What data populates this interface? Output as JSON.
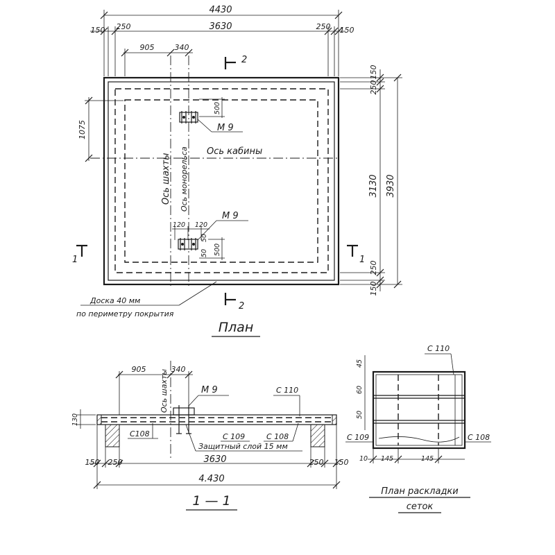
{
  "plan": {
    "dim_total": "4430",
    "dim_edge_left": "150",
    "dim_inner_left": "250",
    "dim_middle": "3630",
    "dim_inner_right": "250",
    "dim_edge_right": "150",
    "dim_offset_905": "905",
    "dim_offset_340": "340",
    "dim_right_top_150": "150",
    "dim_right_top_250": "250",
    "dim_right_3130": "3130",
    "dim_right_3930": "3930",
    "dim_right_bottom_250": "250",
    "dim_right_bottom_150": "150",
    "dim_left_1075": "1075",
    "dim_500_top": "500",
    "dim_120_a": "120",
    "dim_120_b": "120",
    "dim_50_a": "50",
    "dim_50_b": "50",
    "dim_500_bottom": "500",
    "label_m9_top": "М 9",
    "label_m9_bottom": "М 9",
    "axis_cabin": "Ось кабины",
    "axis_shaft": "Ось шахты",
    "axis_monorail": "Ось монорельса",
    "section_2_top": "2",
    "section_2_bottom": "2",
    "section_1_left": "1",
    "section_1_right": "1",
    "note_line1": "Доска  40 мм",
    "note_line2": "по периметру покрытия",
    "title": "План"
  },
  "section": {
    "dim_905": "905",
    "dim_340": "340",
    "dim_130": "130",
    "label_m9": "М 9",
    "label_c110": "С 110",
    "label_c108_left": "С108",
    "label_c109": "С 109",
    "label_c108_right": "С 108",
    "axis_shaft": "Ось шахты",
    "note_protective": "Защитный слой 15 мм",
    "dim_150_left": "150",
    "dim_250_left": "250",
    "dim_3630": "3630",
    "dim_250_right": "250",
    "dim_150_right": "150",
    "dim_total": "4.430",
    "title": "1 — 1"
  },
  "mesh": {
    "label_c110": "С 110",
    "label_c109": "С 109",
    "label_c108": "С 108",
    "dim_45": "45",
    "dim_60": "60",
    "dim_50": "50",
    "dim_10": "10",
    "dim_145_a": "145",
    "dim_145_b": "145",
    "title_line1": "План раскладки",
    "title_line2": "сеток"
  }
}
